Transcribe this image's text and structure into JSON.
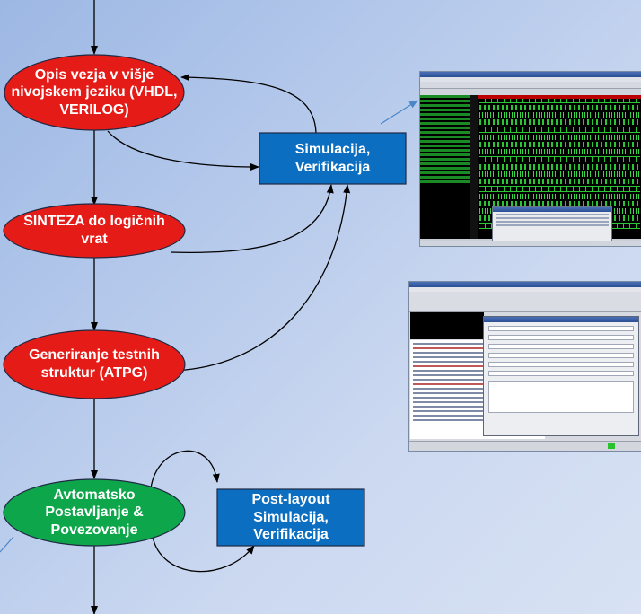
{
  "nodes": {
    "opis": "Opis vezja v višje\nnivojskem jeziku (VHDL,\nVERILOG)",
    "sinteza": "SINTEZA do logičnih\nvrat",
    "atpg": "Generiranje testnih\nstruktur (ATPG)",
    "avtomatsko": "Avtomatsko\nPostavljanje &\nPovezovanje",
    "simulacija": "Simulacija,\nVerifikacija",
    "postlayout": "Post-layout\nSimulacija,\nVerifikacija"
  },
  "colors": {
    "red_node": "#e51b17",
    "green_node": "#0ea64a",
    "blue_box": "#0b6ec0",
    "arrow": "#000000",
    "pointer": "#4a86c8"
  },
  "screenshots": {
    "waveform": "waveform-viewer-screenshot",
    "tetramax": "tetramax-dialog-screenshot"
  }
}
